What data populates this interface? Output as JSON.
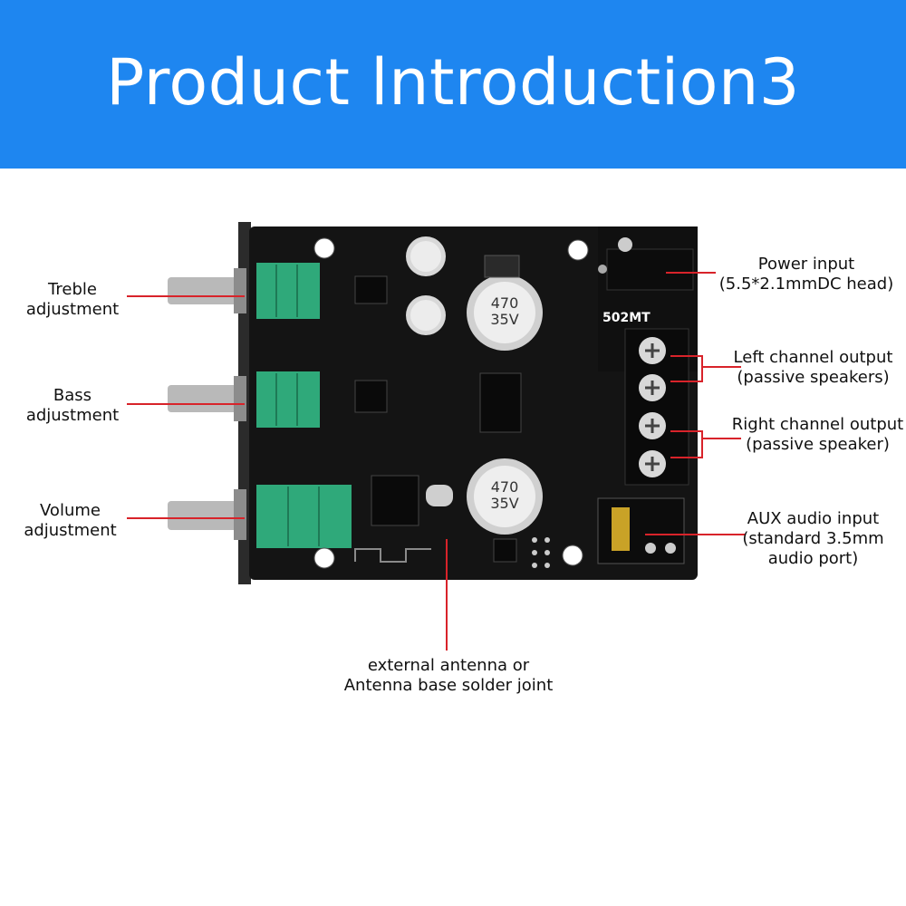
{
  "header": {
    "title": "Product lntroduction3",
    "background": "#1e86f0"
  },
  "board": {
    "model": "502MT"
  },
  "callouts": {
    "treble": {
      "line1": "Treble",
      "line2": "adjustment"
    },
    "bass": {
      "line1": "Bass",
      "line2": "adjustment"
    },
    "volume": {
      "line1": "Volume",
      "line2": "adjustment"
    },
    "power": {
      "line1": "Power input",
      "line2": "(5.5*2.1mmDC head)"
    },
    "left": {
      "line1": "Left channel output",
      "line2": "(passive speakers)"
    },
    "right": {
      "line1": "Right channel output",
      "line2": "(passive speaker)"
    },
    "aux": {
      "line1": "AUX audio input",
      "line2": "(standard 3.5mm",
      "line3": "audio port)"
    },
    "antenna": {
      "line1": "external antenna or",
      "line2": "Antenna base solder joint"
    }
  },
  "capacitor_text": {
    "value": "470",
    "voltage": "35V"
  },
  "colors": {
    "pointer_line": "#d8232a",
    "pcb": "#141414",
    "pot_green": "#2fa97a"
  }
}
